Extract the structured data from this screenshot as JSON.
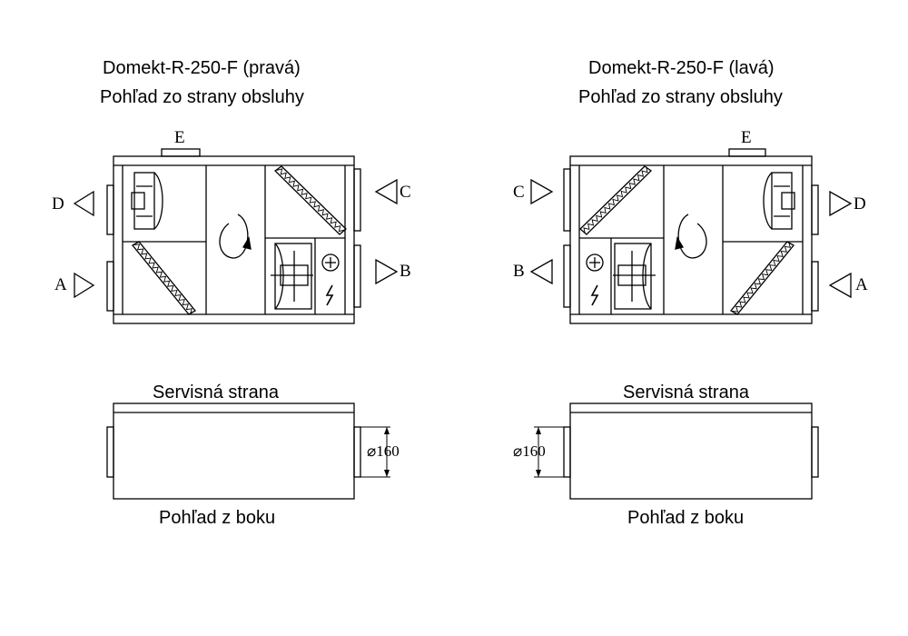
{
  "left_unit": {
    "title": "Domekt-R-250-F (pravá)",
    "subtitle": "Pohľad zo strany obsluhy",
    "ports": {
      "top": "E",
      "upper_left": "D",
      "lower_left": "A",
      "upper_right": "C",
      "lower_right": "B"
    },
    "side_view": {
      "top_label": "Servisná strana",
      "bottom_label": "Pohľad z boku",
      "dimension": "⌀160"
    }
  },
  "right_unit": {
    "title": "Domekt-R-250-F (lavá)",
    "subtitle": "Pohľad zo strany obsluhy",
    "ports": {
      "top": "E",
      "upper_left": "C",
      "lower_left": "B",
      "upper_right": "D",
      "lower_right": "A"
    },
    "side_view": {
      "top_label": "Servisná strana",
      "bottom_label": "Pohľad z boku",
      "dimension": "⌀160"
    }
  }
}
